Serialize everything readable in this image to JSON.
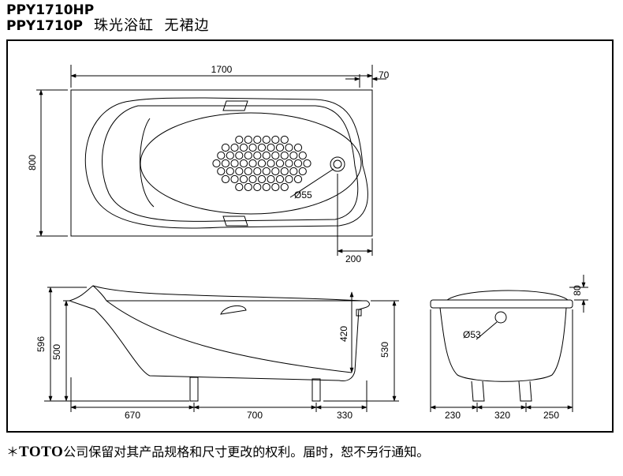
{
  "header": {
    "model_line1": "PPY1710HP",
    "model_line2": "PPY1710P",
    "product_name": "珠光浴缸  无裙边"
  },
  "top_view": {
    "dim_length": "1700",
    "dim_right_offset": "70",
    "dim_width": "800",
    "dim_drain_offset": "200",
    "drain_label": "Ø55"
  },
  "side_view": {
    "dim_total_height": "596",
    "dim_body_height": "500",
    "dim_inner_depth": "420",
    "dim_rim_height": "530",
    "dim_left": "670",
    "dim_mid": "700",
    "dim_right": "330"
  },
  "end_view": {
    "dim_headrest": "80",
    "overflow_label": "Ø53",
    "dim_left": "230",
    "dim_mid": "320",
    "dim_right": "250"
  },
  "footer": {
    "asterisk": "＊",
    "brand": "TOTO",
    "notice": "公司保留对其产品规格和尺寸更改的权利。届时，恕不另行通知。"
  }
}
